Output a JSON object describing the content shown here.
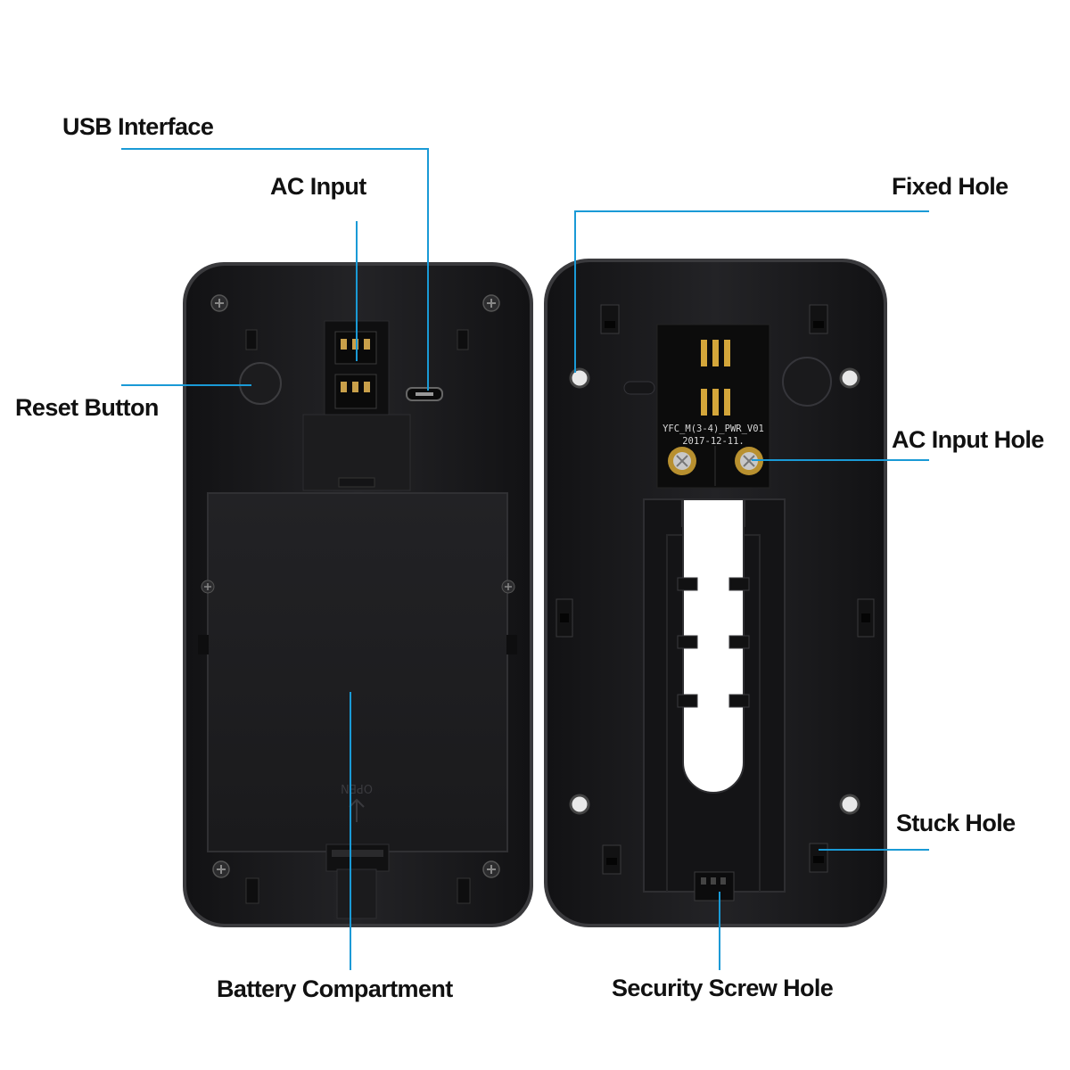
{
  "callouts": {
    "usb_interface": "USB Interface",
    "ac_input": "AC Input",
    "reset_button": "Reset Button",
    "battery_compartment": "Battery Compartment",
    "fixed_hole": "Fixed Hole",
    "ac_input_hole": "AC Input Hole",
    "stuck_hole": "Stuck Hole",
    "security_screw_hole": "Security Screw Hole"
  },
  "device_markings": {
    "battery_cover_text": "OPEN",
    "pcb_model": "YFC_M(3-4)_PWR_V01",
    "pcb_date": "2017-12-11."
  },
  "colors": {
    "leader_line": "#1a9ad6",
    "device_body": "#1e1e20",
    "device_edge": "#3a3a3d",
    "pcb": "#0c0c0c",
    "gold_contact": "#d4a63a"
  }
}
